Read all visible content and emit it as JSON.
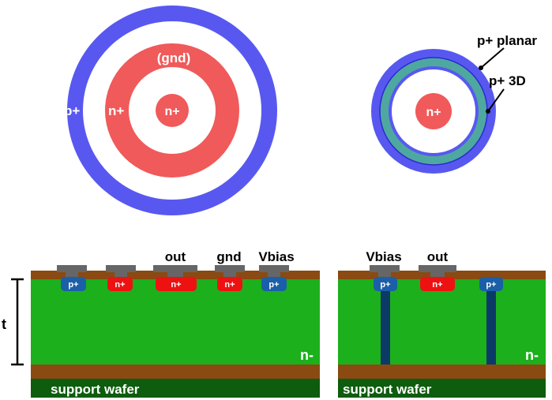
{
  "colors": {
    "p_plus": "#5858f0",
    "n_plus": "#f05a5a",
    "planar_ring": "#4ea8a0",
    "silicon_bulk": "#1cb01c",
    "oxide_layer": "#8a4a12",
    "metal_contact": "#666666",
    "p_implant": "#1a5fa8",
    "n_implant": "#ee1111",
    "column_3d": "#0c3a66",
    "support_wafer": "#0e5c0e"
  },
  "labels": {
    "ring_p": "p+",
    "ring_n": "n+",
    "ring_gnd": "(gnd)",
    "center_n": "n+",
    "right_center_n": "n+",
    "p_planar": "p+ planar",
    "p_3d": "p+ 3D",
    "thickness": "t",
    "bulk_left": "n-",
    "bulk_right": "n-",
    "support_left": "support wafer",
    "support_right": "support wafer",
    "contact_out_left": "out",
    "contact_gnd": "gnd",
    "contact_vbias_left": "Vbias",
    "contact_vbias_right": "Vbias",
    "contact_out_right": "out",
    "implant_p1": "p+",
    "implant_n1": "n+",
    "implant_n2": "n+",
    "implant_n3": "n+",
    "implant_p2": "p+",
    "implant_p3": "p+",
    "implant_n4": "n+",
    "implant_p4": "p+"
  }
}
